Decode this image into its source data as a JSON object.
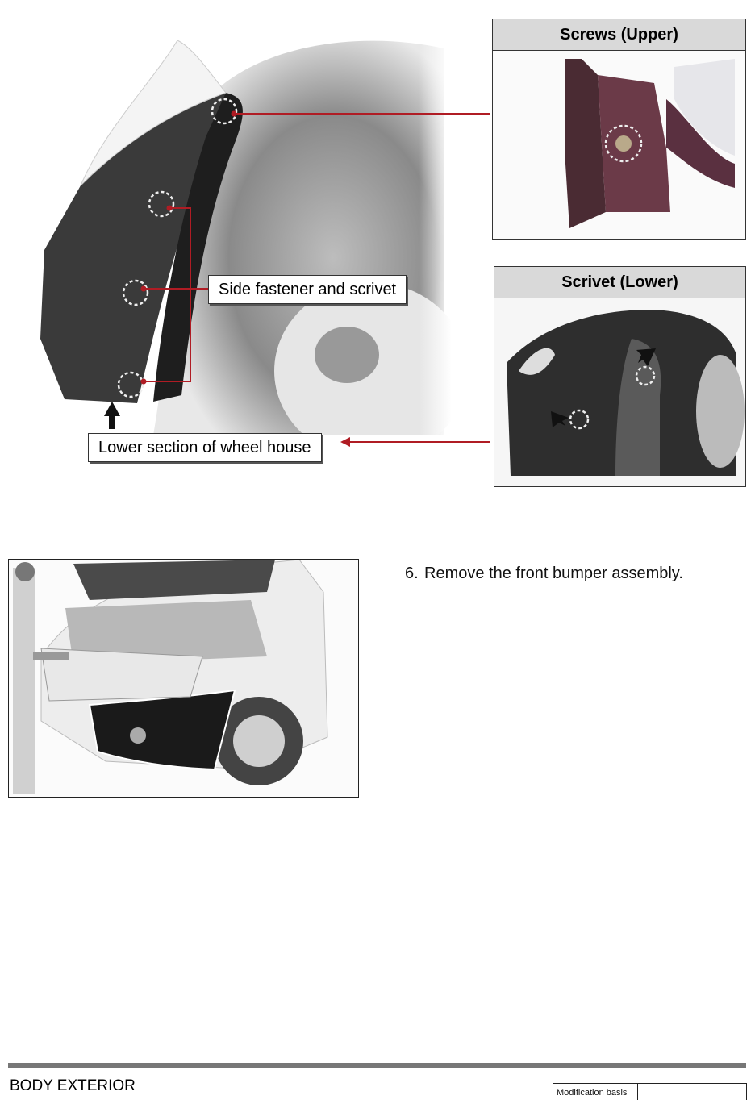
{
  "diagram": {
    "insets": [
      {
        "title": "Screws (Upper)"
      },
      {
        "title": "Scrivet (Lower)"
      }
    ],
    "callouts": {
      "side_fastener": "Side fastener and scrivet",
      "lower_section": "Lower section of wheel house"
    },
    "colors": {
      "leader_line": "#b01c24",
      "header_fill": "#d9d9d9"
    }
  },
  "step": {
    "number": "6.",
    "text": "Remove the front bumper assembly."
  },
  "footer": {
    "section": "BODY EXTERIOR",
    "modification_label": "Modification basis"
  }
}
